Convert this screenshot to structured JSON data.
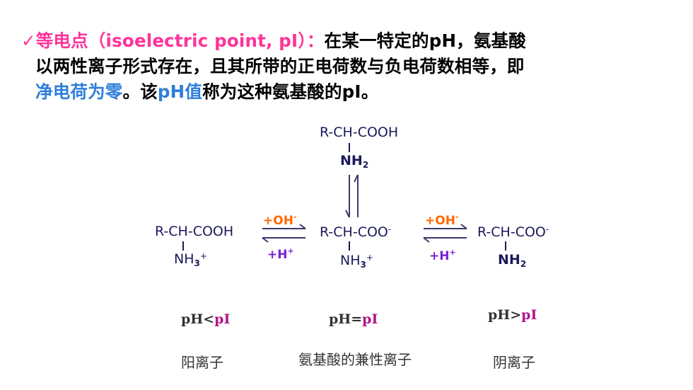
{
  "definition": {
    "check": "✓",
    "term": "等电点（isoelectric point, pI）",
    "colon": "：",
    "line1_rest": "在某一特定的pH，氨基酸",
    "line2": "以两性离子形式存在，且其所带的正电荷数与负电荷数相等，即",
    "line3_highlight1": "净电荷为零",
    "line3_mid": "。该",
    "line3_highlight2": "pH值",
    "line3_end": "称为这种氨基酸的pI。"
  },
  "structures": {
    "top": {
      "main": "R-CH-COOH",
      "sub_base": "NH",
      "sub_num": "2"
    },
    "left": {
      "main": "R-CH-COOH",
      "sub_base": "NH",
      "sub_num": "3",
      "sub_charge": "+"
    },
    "center": {
      "main": "R-CH-COO",
      "main_charge": "-",
      "sub_base": "NH",
      "sub_num": "3",
      "sub_charge": "+"
    },
    "right": {
      "main": "R-CH-COO",
      "main_charge": "-",
      "sub_base": "NH",
      "sub_num": "2"
    }
  },
  "reagents": {
    "oh_base": "+OH",
    "oh_charge": "-",
    "h_base": "+H",
    "h_charge": "+"
  },
  "conditions": {
    "left": {
      "prefix": "pH<",
      "pi": "pI"
    },
    "center": {
      "prefix": "pH=",
      "pi": "pI"
    },
    "right": {
      "prefix": "pH>",
      "pi": "pI"
    }
  },
  "ions": {
    "left": "阳离子",
    "center": "氨基酸的兼性离子",
    "right": "阴离子"
  },
  "colors": {
    "term": "#ff3399",
    "highlight": "#2f7ed8",
    "structure": "#1a1a5a",
    "oh_reagent": "#ff6a00",
    "h_reagent": "#7a1fd8",
    "pI": "#b0148c"
  }
}
